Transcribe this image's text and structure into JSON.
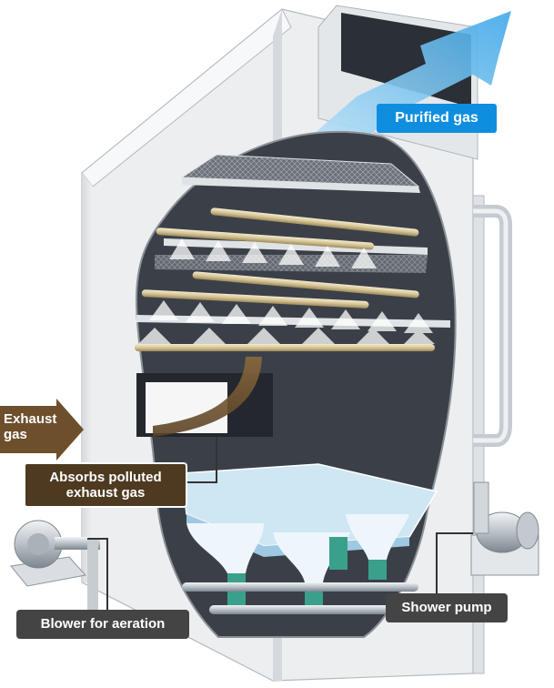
{
  "labels": {
    "purified_gas": "Purified gas",
    "exhaust_gas": "Exhaust gas",
    "absorbs": "Absorbs polluted exhaust gas",
    "blower": "Blower for aeration",
    "shower_pump": "Shower pump"
  },
  "colors": {
    "purified_label": "#0f8ee0",
    "absorbs_label": "#4e3a20",
    "exhaust_arrow": "#6e4f2c",
    "dark_label": "#444444",
    "housing": "#e8eaec",
    "interior": "#3a3e46",
    "water": "#cfe6f3",
    "pipe": "#d8c9a0",
    "pump_coil": "#3aa08c"
  }
}
